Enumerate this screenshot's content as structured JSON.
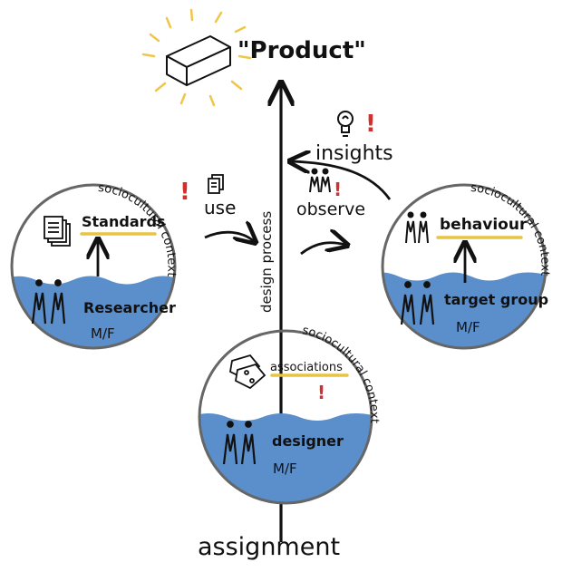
{
  "product": {
    "label": "\"Product\""
  },
  "design_process": {
    "label": "design process"
  },
  "assignment": {
    "label": "assignment"
  },
  "insights": {
    "label": "insights",
    "exclaim": "!"
  },
  "use": {
    "label": "use",
    "exclaim": "!"
  },
  "observe": {
    "label": "observe",
    "exclaim": "!"
  },
  "researcher_circle": {
    "context": "sociocultural context",
    "top": "Standards",
    "actor": "Researcher",
    "gender": "M/F"
  },
  "target_circle": {
    "context": "sociocultural context",
    "top": "behaviour",
    "actor": "target group",
    "gender": "M/F"
  },
  "designer_circle": {
    "context": "sociocultural context",
    "top": "associations",
    "exclaim": "!",
    "actor": "designer",
    "gender": "M/F"
  },
  "colors": {
    "water": "#5a8fcc",
    "underline": "#e8c440",
    "sun_rays": "#f0c64a",
    "exclaim": "#d2302c",
    "ink": "#111111",
    "circle_stroke": "#666666"
  }
}
